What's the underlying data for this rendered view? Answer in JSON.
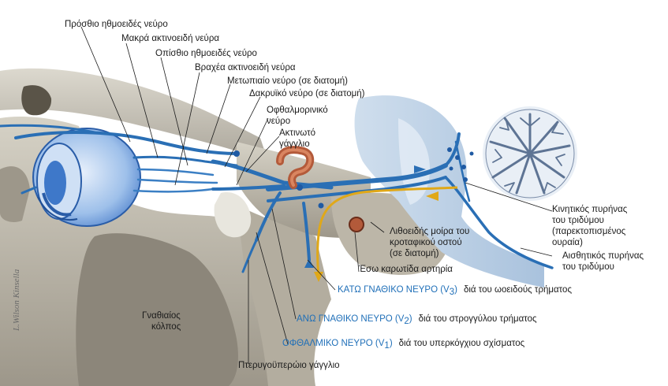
{
  "labels": {
    "anterior_ethmoidal": "Πρόσθιο ηθμοειδές νεύρο",
    "long_ciliary": "Μακρά ακτινοειδή νεύρα",
    "posterior_ethmoidal": "Οπίσθιο ηθμοειδές νεύρο",
    "short_ciliary": "Βραχέα ακτινοειδή νεύρα",
    "frontal": "Μετωπιαίο νεύρο (σε διατομή)",
    "lacrimal": "Δακρυϊκό νεύρο (σε διατομή)",
    "nasociliary_1": "Οφθαλμορινικό",
    "nasociliary_2": "νεύρο",
    "ciliary_ganglion_1": "Ακτινωτό",
    "ciliary_ganglion_2": "γάγγλιο",
    "motor_nucleus_1": "Κινητικός πυρήνας",
    "motor_nucleus_2": "του τριδύμου",
    "motor_nucleus_3": "(παρεκτοπισμένος",
    "motor_nucleus_4": "ουραία)",
    "petrous_1": "Λιθοειδής μοίρα του",
    "petrous_2": "κροταφικού οστού",
    "petrous_3": "(σε διατομή)",
    "internal_carotid": "Έσω καρωτίδα αρτηρία",
    "sensory_nucleus_1": "Αισθητικός πυρήνας",
    "sensory_nucleus_2": "του τριδύμου",
    "v3_name": "ΚΑΤΩ ΓΝΑΘΙΚΟ ΝΕΥΡΟ (V",
    "v3_sub": "3",
    "v3_close": ")",
    "v3_path": "διά του ωοειδούς τρήματος",
    "v2_name": "ΑΝΩ ΓΝΑΘΙΚΟ ΝΕΥΡΟ (V",
    "v2_sub": "2",
    "v2_close": ")",
    "v2_path": "διά του στρογγύλου τρήματος",
    "v1_name": "ΟΦΘΑΛΜΙΚΟ ΝΕΥΡΟ (V",
    "v1_sub": "1",
    "v1_close": ")",
    "v1_path": "διά του υπερκόγχιου σχίσματος",
    "maxillary_sinus_1": "Γναθιαίος",
    "maxillary_sinus_2": "κόλπος",
    "pterygopalatine": "Πτερυγοϋπερώιο γάγγλιο"
  },
  "signature": "L.Wilson Kinsella",
  "colors": {
    "nerve_blue": "#2a6fb5",
    "nerve_pale": "#8fb3e0",
    "sensory_yellow": "#e0a818",
    "artery_red": "#b35a3a",
    "bone": "#c9c4b5",
    "bone_dark": "#7c7668",
    "brainstem_blue": "#bcd0e4",
    "label_blue": "#1f6fb8"
  }
}
